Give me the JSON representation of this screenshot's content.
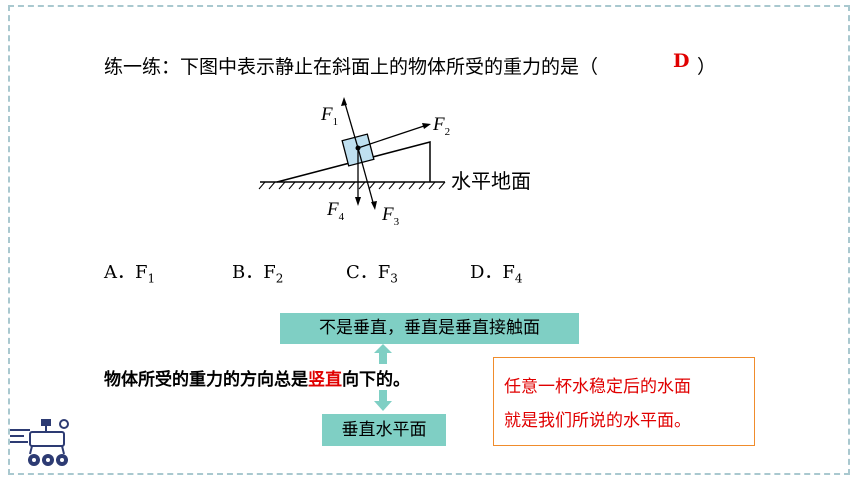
{
  "question": {
    "text": "练一练：下图中表示静止在斜面上的物体所受的重力的是（",
    "answer": "D",
    "close": "）"
  },
  "diagram": {
    "ground_label": "水平地面",
    "forces": [
      "F",
      "F",
      "F",
      "F"
    ],
    "subs": [
      "1",
      "2",
      "3",
      "4"
    ]
  },
  "options": [
    {
      "letter": "A．F",
      "sub": "1"
    },
    {
      "letter": "B．F",
      "sub": "2"
    },
    {
      "letter": "C．F",
      "sub": "3"
    },
    {
      "letter": "D．F",
      "sub": "4"
    }
  ],
  "callouts": {
    "top": "不是垂直，垂直是垂直接触面",
    "bottom": "垂直水平面"
  },
  "statement": {
    "before": "物体所受的重力的方向总是",
    "highlight": "竖直",
    "after": "向下的。"
  },
  "note": {
    "line1": "任意一杯水稳定后的水面",
    "line2": "就是我们所说的水平面。"
  },
  "colors": {
    "accent_red": "#e00000",
    "teal": "#7fcfc4",
    "orange_border": "#f08c2c",
    "frame": "#a9c8cf"
  }
}
